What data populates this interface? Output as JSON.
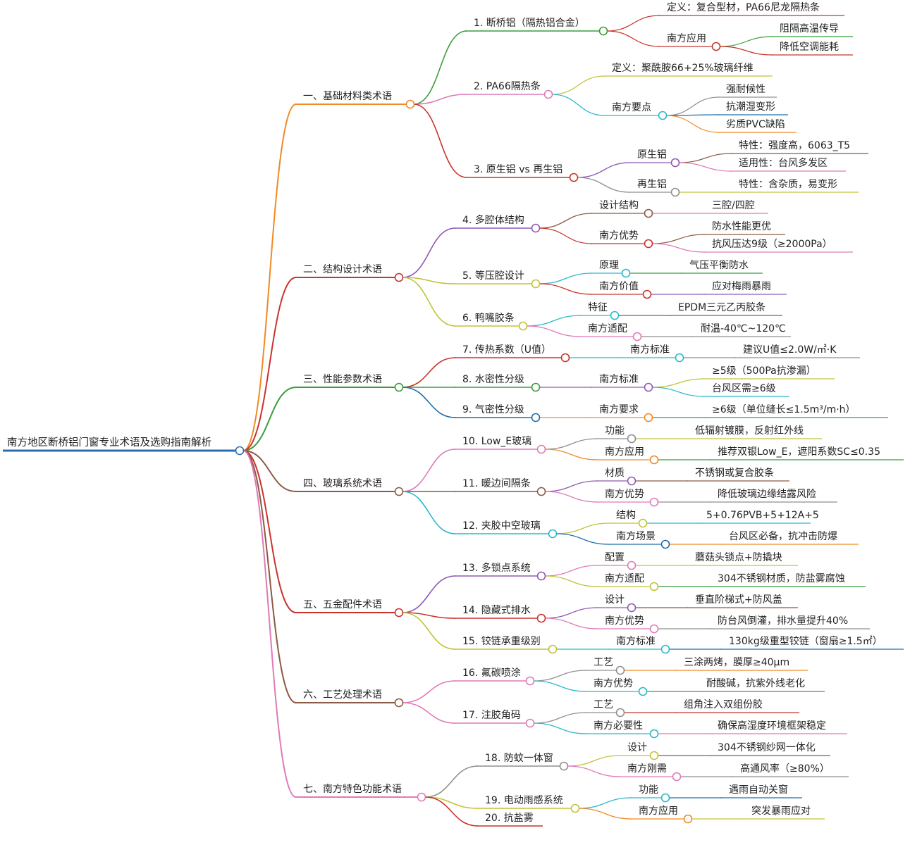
{
  "title": "南方地区断桥铝门窗专业术语及选购指南解析",
  "colors": {
    "root": "#2a6db0",
    "orange": "#f08a24",
    "red": "#c8342c",
    "green": "#3a9e3a",
    "pink": "#e07ab8",
    "yellow": "#c2c23a",
    "cyan": "#2bb8cc",
    "purple": "#8e5ab5",
    "brown": "#8b5a44",
    "gray": "#8f8f8f",
    "blue": "#1f6ea8",
    "teal": "#2bb8cc"
  },
  "categories": [
    {
      "label": "一、基础材料类术语",
      "color": "orange",
      "terms": [
        {
          "label": "1. 断桥铝（隔热铝合金）",
          "color": "green",
          "children": [
            {
              "label": "定义：复合型材，PA66尼龙隔热条",
              "color": "red"
            },
            {
              "label": "南方应用",
              "color": "red",
              "children": [
                {
                  "label": "阻隔高温传导",
                  "color": "green"
                },
                {
                  "label": "降低空调能耗",
                  "color": "red"
                }
              ]
            }
          ]
        },
        {
          "label": "2. PA66隔热条",
          "color": "pink",
          "children": [
            {
              "label": "定义：聚酰胺66+25%玻璃纤维",
              "color": "yellow"
            },
            {
              "label": "南方要点",
              "color": "cyan",
              "children": [
                {
                  "label": "强耐候性",
                  "color": "gray"
                },
                {
                  "label": "抗潮湿变形",
                  "color": "blue"
                },
                {
                  "label": "劣质PVC缺陷",
                  "color": "orange"
                }
              ]
            }
          ]
        },
        {
          "label": "3. 原生铝 vs 再生铝",
          "color": "red",
          "children": [
            {
              "label": "原生铝",
              "color": "purple",
              "children": [
                {
                  "label": "特性：强度高，6063_T5",
                  "color": "brown"
                },
                {
                  "label": "适用性：台风多发区",
                  "color": "pink"
                }
              ]
            },
            {
              "label": "再生铝",
              "color": "gray",
              "children": [
                {
                  "label": "特性：含杂质，易变形",
                  "color": "yellow"
                }
              ]
            }
          ]
        }
      ]
    },
    {
      "label": "二、结构设计术语",
      "color": "red",
      "terms": [
        {
          "label": "4. 多腔体结构",
          "color": "purple",
          "children": [
            {
              "label": "设计结构",
              "color": "brown",
              "children": [
                {
                  "label": "三腔/四腔",
                  "color": "pink"
                }
              ]
            },
            {
              "label": "南方优势",
              "color": "red",
              "children": [
                {
                  "label": "防水性能更优",
                  "color": "brown"
                },
                {
                  "label": "抗风压达9级（≥2000Pa）",
                  "color": "pink"
                }
              ]
            }
          ]
        },
        {
          "label": "5. 等压腔设计",
          "color": "yellow",
          "children": [
            {
              "label": "原理",
              "color": "cyan",
              "children": [
                {
                  "label": "气压平衡防水",
                  "color": "green"
                }
              ]
            },
            {
              "label": "南方价值",
              "color": "red",
              "children": [
                {
                  "label": "应对梅雨暴雨",
                  "color": "purple"
                }
              ]
            }
          ]
        },
        {
          "label": "6. 鸭嘴胶条",
          "color": "yellow",
          "children": [
            {
              "label": "特征",
              "color": "cyan",
              "children": [
                {
                  "label": "EPDM三元乙丙胶条",
                  "color": "brown"
                }
              ]
            },
            {
              "label": "南方适配",
              "color": "pink",
              "children": [
                {
                  "label": "耐温-40℃~120℃",
                  "color": "gray"
                }
              ]
            }
          ]
        }
      ]
    },
    {
      "label": "三、性能参数术语",
      "color": "green",
      "terms": [
        {
          "label": "7. 传热系数（U值）",
          "color": "red",
          "children": [
            {
              "label": "南方标准",
              "color": "cyan",
              "children": [
                {
                  "label": "建议U值≤2.0W/㎡·K",
                  "color": "gray"
                }
              ]
            }
          ]
        },
        {
          "label": "8. 水密性分级",
          "color": "green",
          "children": [
            {
              "label": "南方标准",
              "color": "purple",
              "children": [
                {
                  "label": "≥5级（500Pa抗渗漏）",
                  "color": "yellow"
                },
                {
                  "label": "台风区需≥6级",
                  "color": "cyan"
                }
              ]
            }
          ]
        },
        {
          "label": "9. 气密性分级",
          "color": "blue",
          "children": [
            {
              "label": "南方要求",
              "color": "orange",
              "children": [
                {
                  "label": "≥6级（单位缝长≤1.5m³/m·h）",
                  "color": "green"
                }
              ]
            }
          ]
        }
      ]
    },
    {
      "label": "四、玻璃系统术语",
      "color": "brown",
      "terms": [
        {
          "label": "10. Low_E玻璃",
          "color": "pink",
          "children": [
            {
              "label": "功能",
              "color": "gray",
              "children": [
                {
                  "label": "低辐射镀膜，反射红外线",
                  "color": "yellow"
                }
              ]
            },
            {
              "label": "南方应用",
              "color": "orange",
              "children": [
                {
                  "label": "推荐双银Low_E，遮阳系数SC≤0.35",
                  "color": "green"
                }
              ]
            }
          ]
        },
        {
          "label": "11. 暖边间隔条",
          "color": "brown",
          "children": [
            {
              "label": "材质",
              "color": "purple",
              "children": [
                {
                  "label": "不锈钢或复合胶条",
                  "color": "brown"
                }
              ]
            },
            {
              "label": "南方优势",
              "color": "pink",
              "children": [
                {
                  "label": "降低玻璃边缘结露风险",
                  "color": "gray"
                }
              ]
            }
          ]
        },
        {
          "label": "12. 夹胶中空玻璃",
          "color": "cyan",
          "children": [
            {
              "label": "结构",
              "color": "yellow",
              "children": [
                {
                  "label": "5+0.76PVB+5+12A+5",
                  "color": "cyan"
                }
              ]
            },
            {
              "label": "南方场景",
              "color": "blue",
              "children": [
                {
                  "label": "台风区必备，抗冲击防爆",
                  "color": "orange"
                }
              ]
            }
          ]
        }
      ]
    },
    {
      "label": "五、五金配件术语",
      "color": "red",
      "terms": [
        {
          "label": "13. 多锁点系统",
          "color": "purple",
          "children": [
            {
              "label": "配置",
              "color": "pink",
              "children": [
                {
                  "label": "蘑菇头锁点+防撬块",
                  "color": "yellow"
                }
              ]
            },
            {
              "label": "南方适配",
              "color": "yellow",
              "children": [
                {
                  "label": "304不锈钢材质，防盐雾腐蚀",
                  "color": "green"
                }
              ]
            }
          ]
        },
        {
          "label": "14. 隐藏式排水",
          "color": "red",
          "children": [
            {
              "label": "设计",
              "color": "purple",
              "children": [
                {
                  "label": "垂直阶梯式+防风盖",
                  "color": "brown"
                }
              ]
            },
            {
              "label": "南方优势",
              "color": "pink",
              "children": [
                {
                  "label": "防台风倒灌，排水量提升40%",
                  "color": "gray"
                }
              ]
            }
          ]
        },
        {
          "label": "15. 铰链承重级别",
          "color": "yellow",
          "children": [
            {
              "label": "南方标准",
              "color": "cyan",
              "children": [
                {
                  "label": "130kg级重型铰链（窗扇≥1.5㎡）",
                  "color": "blue"
                }
              ]
            }
          ]
        }
      ]
    },
    {
      "label": "六、工艺处理术语",
      "color": "brown",
      "terms": [
        {
          "label": "16. 氟碳喷涂",
          "color": "pink",
          "children": [
            {
              "label": "工艺",
              "color": "gray",
              "children": [
                {
                  "label": "三涂两烤，膜厚≥40μm",
                  "color": "orange"
                }
              ]
            },
            {
              "label": "南方优势",
              "color": "cyan",
              "children": [
                {
                  "label": "耐酸碱，抗紫外线老化",
                  "color": "green"
                }
              ]
            }
          ]
        },
        {
          "label": "17. 注胶角码",
          "color": "pink",
          "children": [
            {
              "label": "工艺",
              "color": "gray",
              "children": [
                {
                  "label": "组角注入双组份胶",
                  "color": "red"
                }
              ]
            },
            {
              "label": "南方必要性",
              "color": "cyan",
              "children": [
                {
                  "label": "确保高湿度环境框架稳定",
                  "color": "pink"
                }
              ]
            }
          ]
        }
      ]
    },
    {
      "label": "七、南方特色功能术语",
      "color": "pink",
      "terms": [
        {
          "label": "18. 防蚊一体窗",
          "color": "gray",
          "children": [
            {
              "label": "设计",
              "color": "yellow",
              "children": [
                {
                  "label": "304不锈钢纱网一体化",
                  "color": "brown"
                }
              ]
            },
            {
              "label": "南方刚需",
              "color": "pink",
              "children": [
                {
                  "label": "高通风率（≥80%）",
                  "color": "gray"
                }
              ]
            }
          ]
        },
        {
          "label": "19. 电动雨感系统",
          "color": "yellow",
          "children": [
            {
              "label": "功能",
              "color": "cyan",
              "children": [
                {
                  "label": "遇雨自动关窗",
                  "color": "blue"
                }
              ]
            },
            {
              "label": "南方应用",
              "color": "orange",
              "children": [
                {
                  "label": "突发暴雨应对",
                  "color": "yellow"
                }
              ]
            }
          ]
        },
        {
          "label": "20. 抗盐雾",
          "color": "red",
          "children": []
        }
      ]
    }
  ]
}
